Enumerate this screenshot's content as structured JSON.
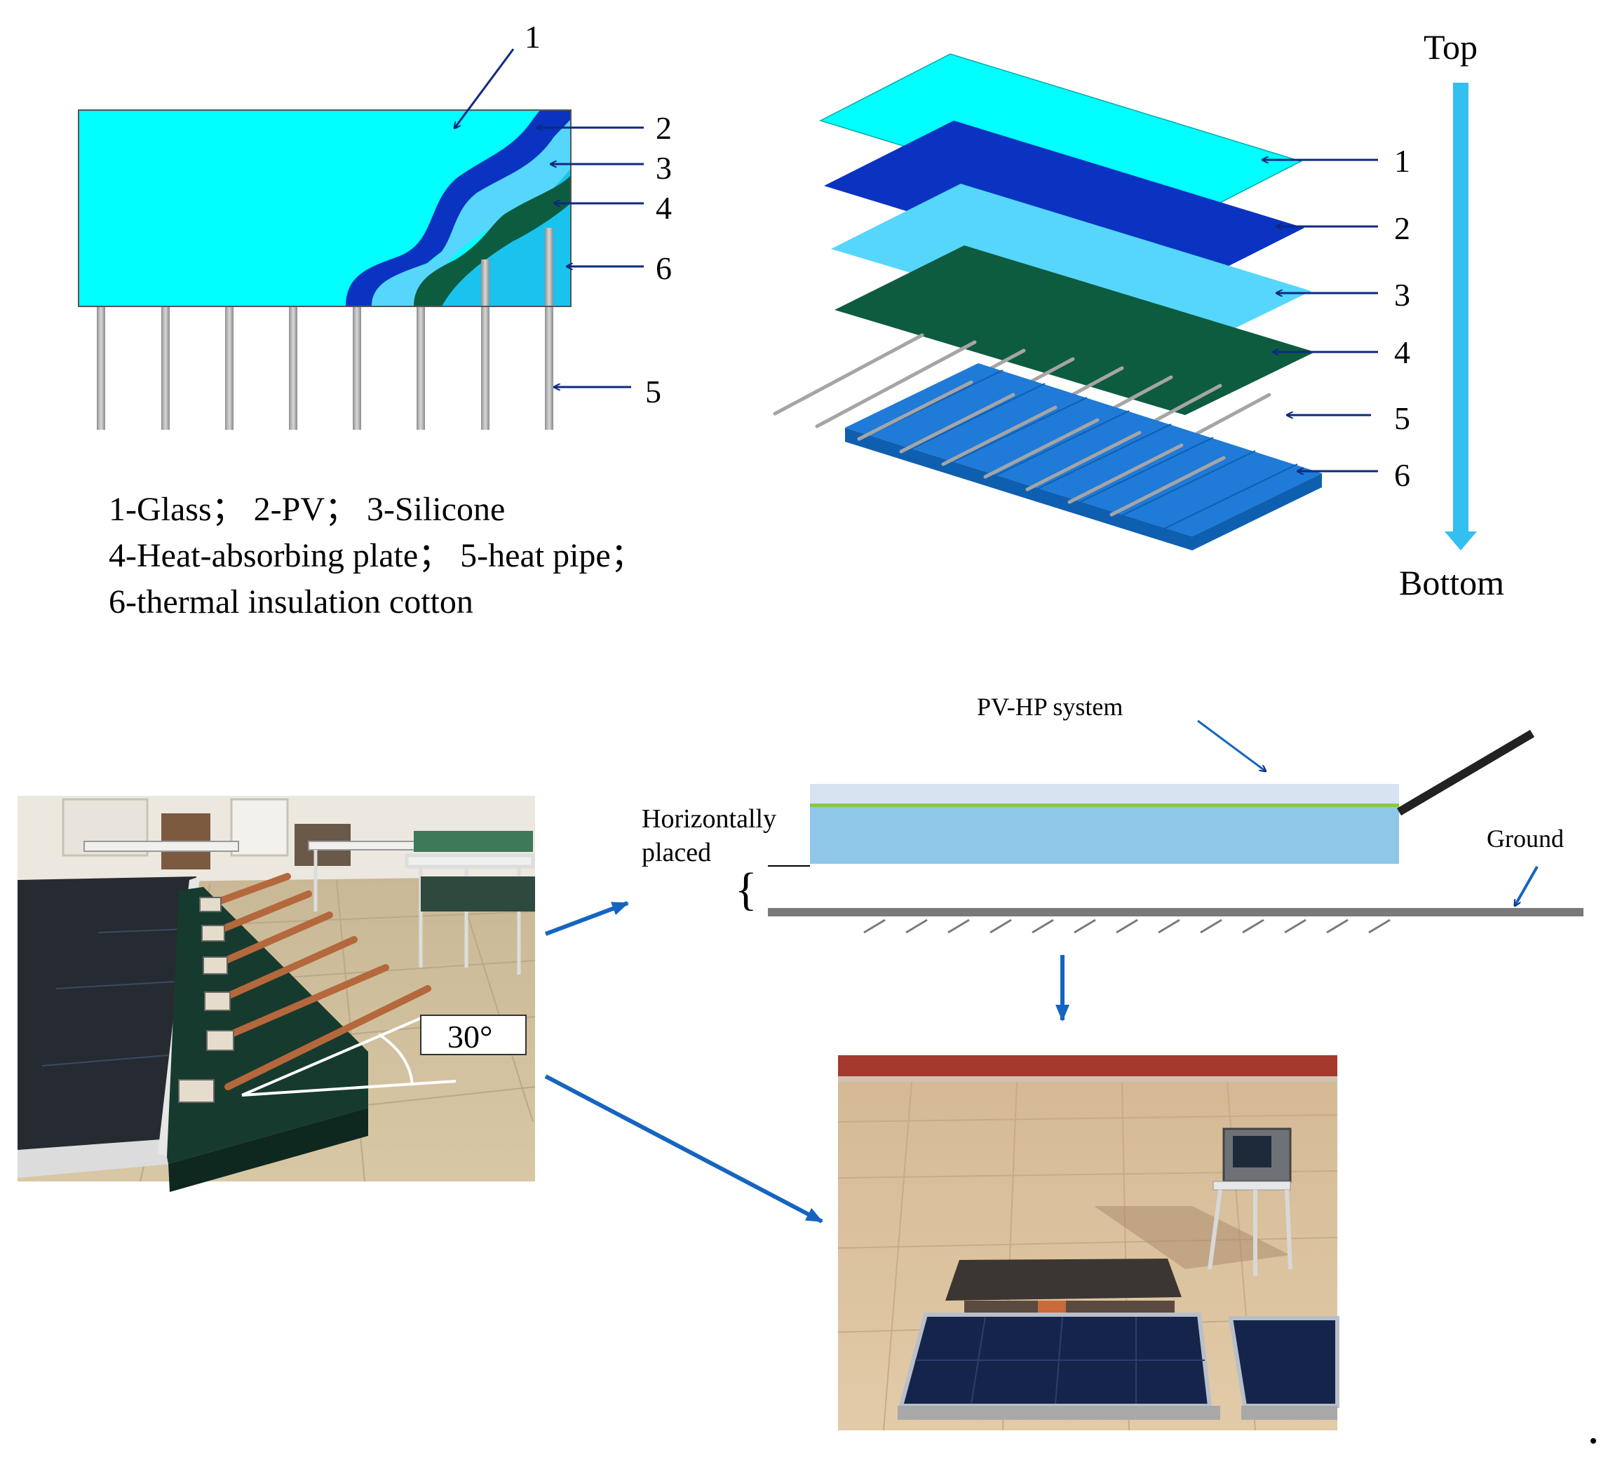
{
  "cross_section": {
    "callouts": [
      "1",
      "2",
      "3",
      "4",
      "6",
      "5"
    ],
    "legend": [
      "1-Glass； 2-PV； 3-Silicone",
      "4-Heat-absorbing plate； 5-heat pipe；",
      "6-thermal insulation cotton"
    ]
  },
  "exploded_view": {
    "top_label": "Top",
    "bottom_label": "Bottom",
    "callouts": [
      "1",
      "2",
      "3",
      "4",
      "5",
      "6"
    ]
  },
  "installation": {
    "system_label": "PV-HP system",
    "placement_label_line1": "Horizontally",
    "placement_label_line2": "placed",
    "ground_label": "Ground",
    "angle_label": "30°"
  },
  "colors": {
    "glass": "#00ffff",
    "pv": "#0a33c2",
    "silicone": "#56d6fb",
    "absorber": "#0d5c3f",
    "insulation": "#1f7ad8",
    "pipe": "#a5a5a5",
    "arrow_dark": "#0d2a80",
    "arrow_blue": "#1565c0",
    "top_bottom_arrow": "#33bff0"
  }
}
